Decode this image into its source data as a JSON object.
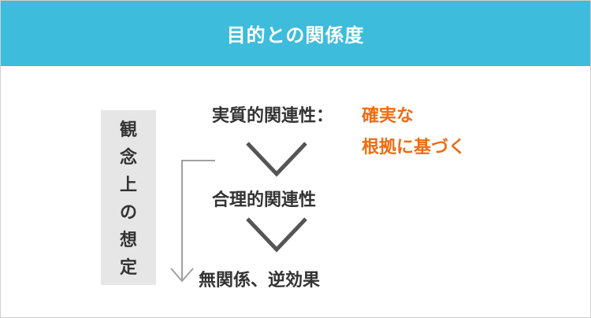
{
  "header": {
    "title": "目的との関係度"
  },
  "side_label": {
    "chars": [
      "観",
      "念",
      "上",
      "の",
      "想",
      "定"
    ]
  },
  "levels": {
    "top": "実質的関連性",
    "separator": "：",
    "middle": "合理的関連性",
    "bottom": "無関係、逆効果"
  },
  "note": {
    "line1": "確実な",
    "line2": "根拠に基づく"
  },
  "colors": {
    "header": "#3dbcdc",
    "accent": "#ee6c13",
    "text": "#333333",
    "box": "#e6e6e6"
  }
}
